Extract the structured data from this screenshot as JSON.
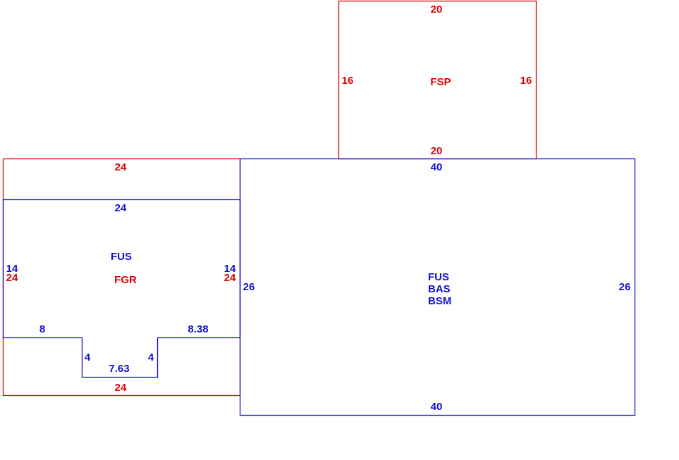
{
  "colors": {
    "red": "#e00000",
    "blue": "#1010d0"
  },
  "fsp": {
    "name": "FSP",
    "top": "20",
    "bottom": "20",
    "left": "16",
    "right": "16"
  },
  "fgr": {
    "name": "FGR",
    "top": "24",
    "bottom": "24",
    "left": "24",
    "right": "24"
  },
  "fus_left": {
    "name": "FUS",
    "top": "24",
    "left": "14",
    "right": "14",
    "step_left": "8",
    "step_right": "8.38",
    "notch_left": "4",
    "notch_right": "4",
    "notch_bottom": "7.63"
  },
  "main": {
    "names": [
      "FUS",
      "BAS",
      "BSM"
    ],
    "top": "40",
    "bottom": "40",
    "left": "26",
    "right": "26"
  }
}
